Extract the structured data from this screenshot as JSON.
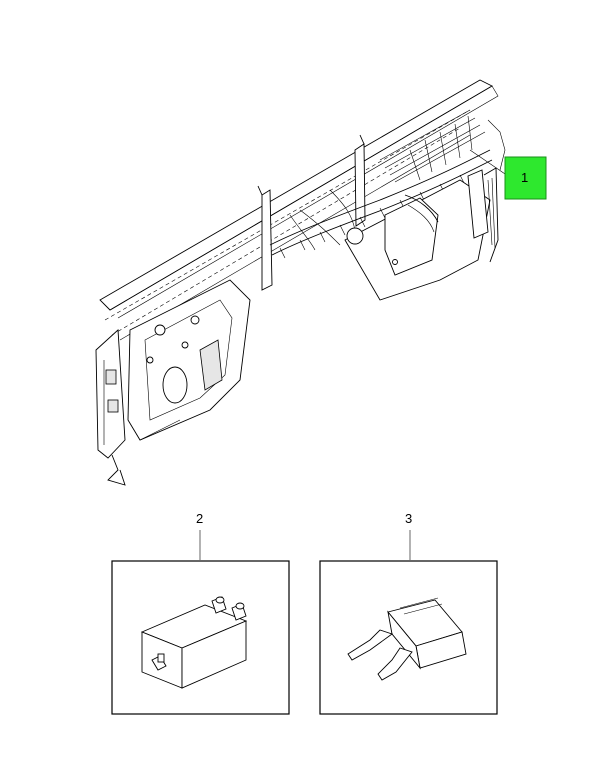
{
  "callouts": {
    "harness_label": "1",
    "relay_label": "2",
    "fuse_label": "3"
  },
  "colors": {
    "highlight": "#2ee82e"
  }
}
